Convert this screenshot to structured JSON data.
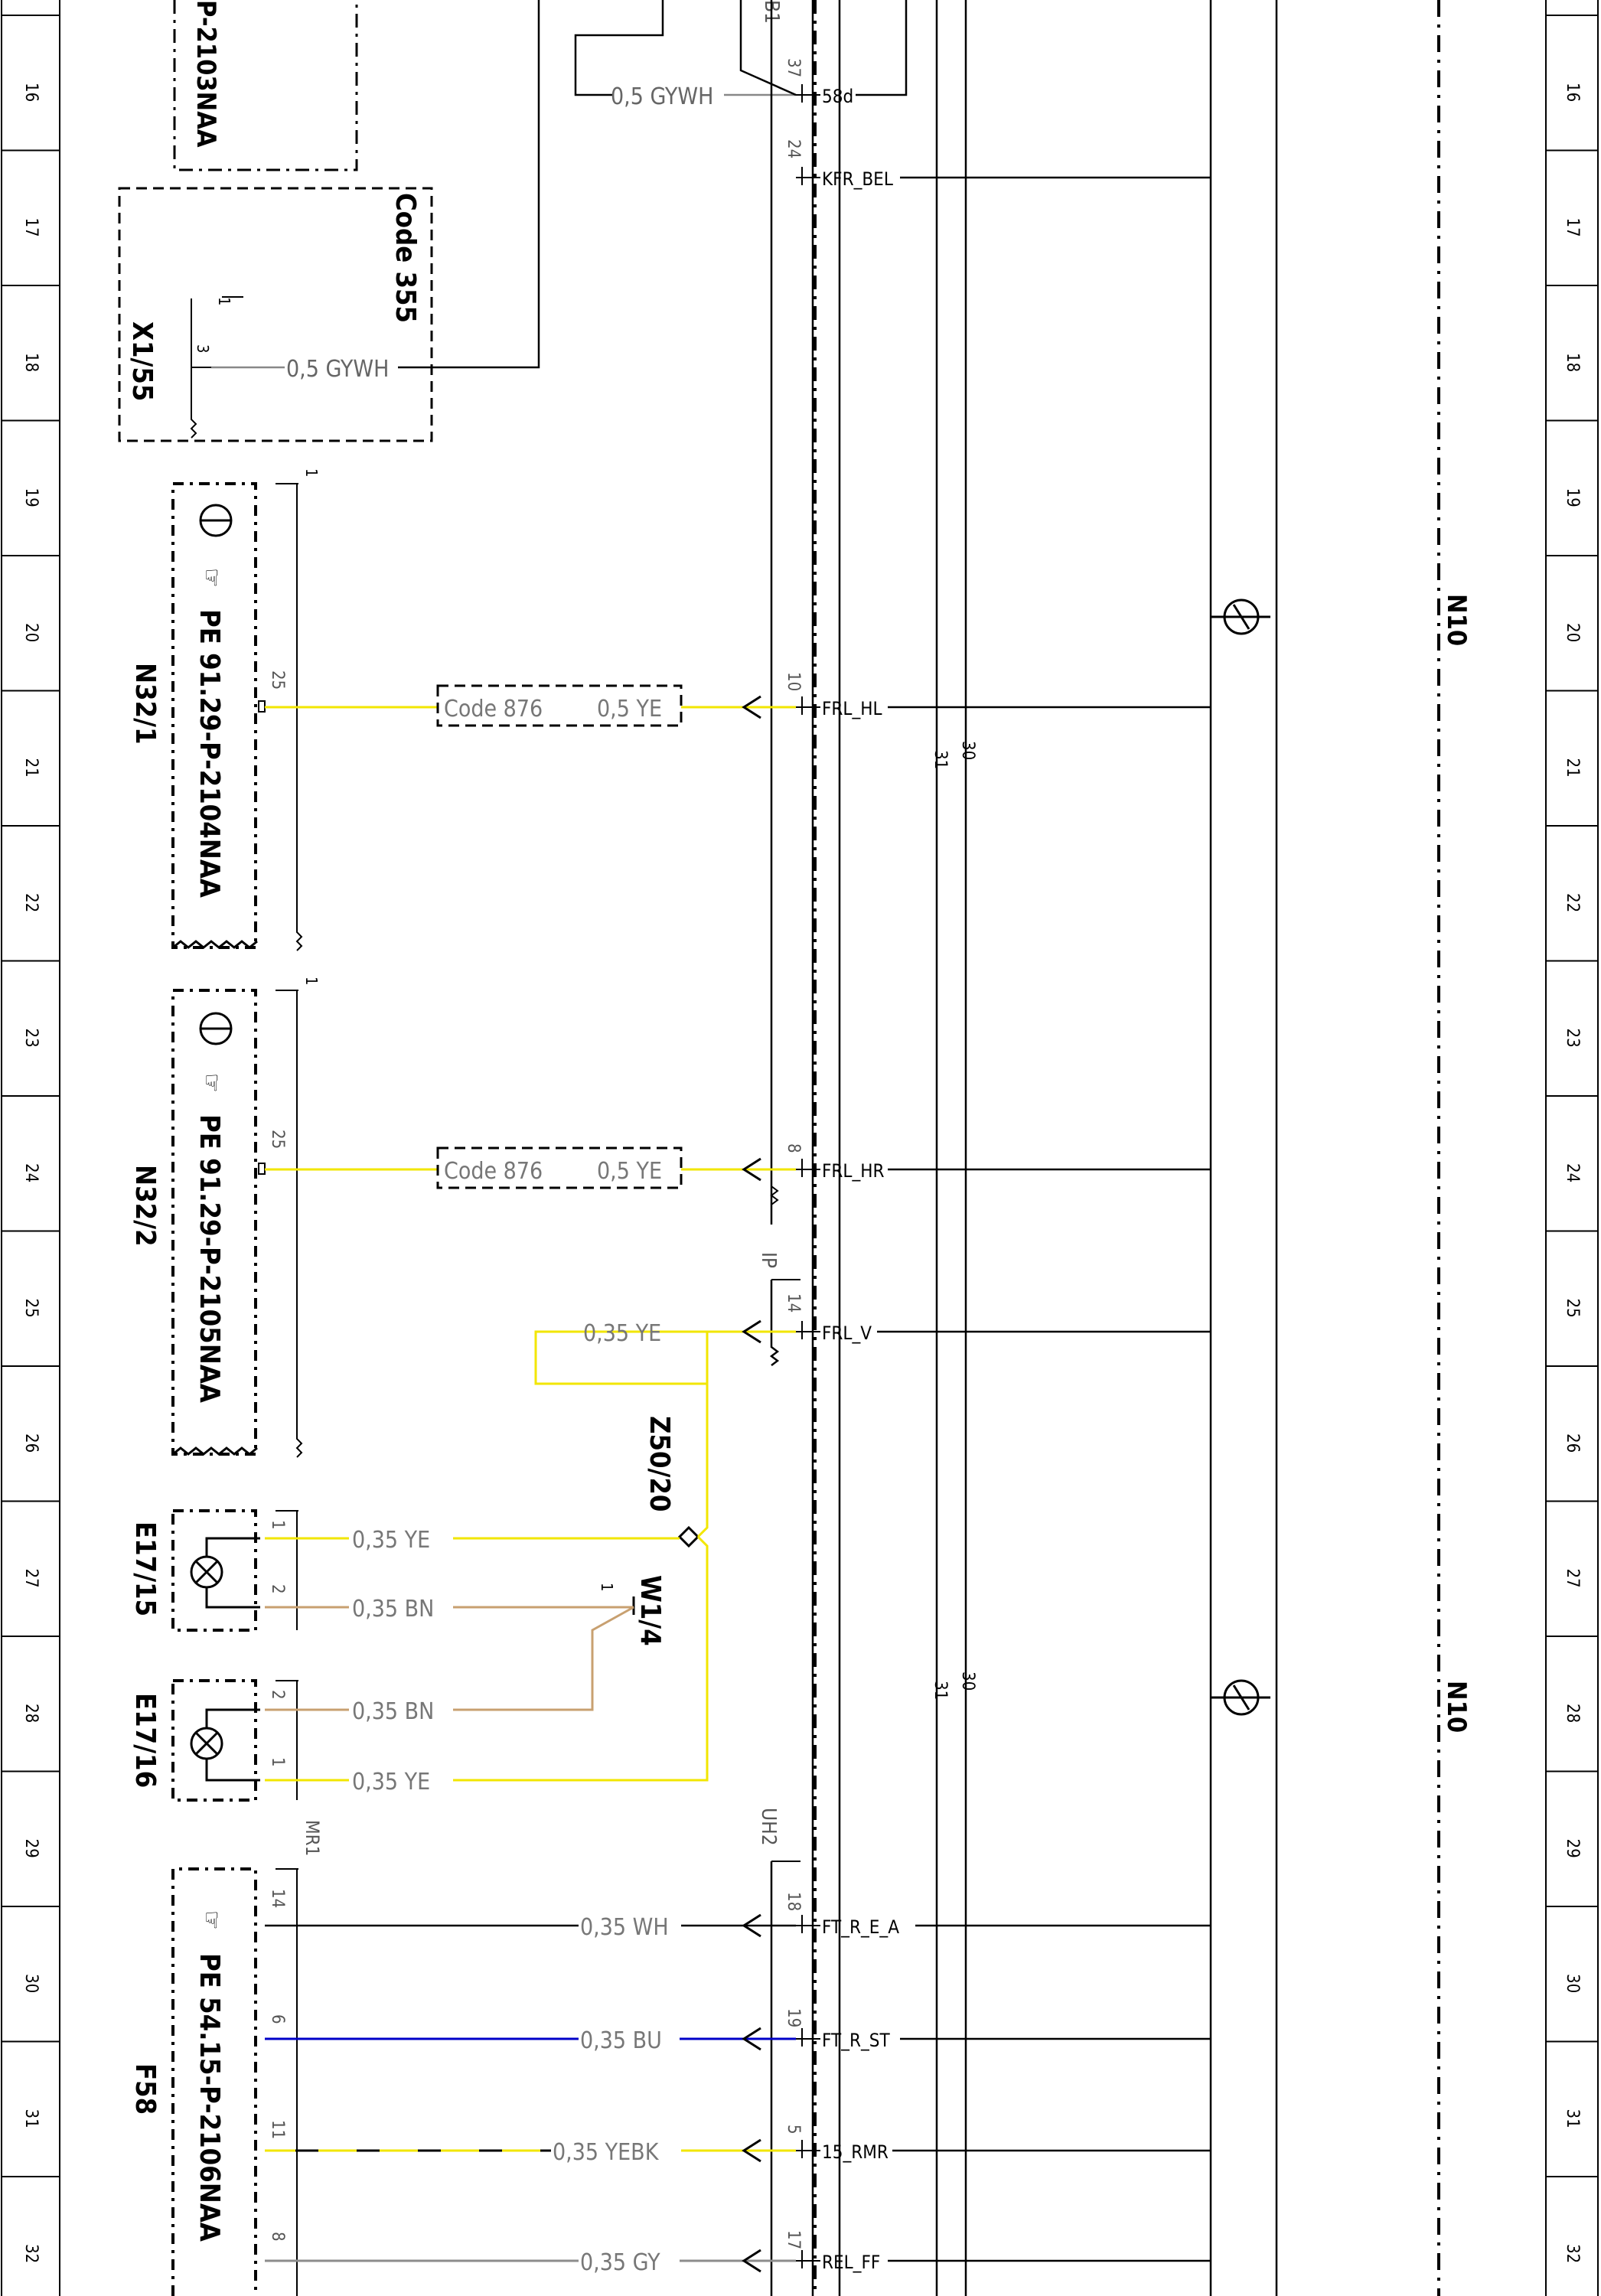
{
  "sheet": {
    "row_numbers": [
      "16",
      "17",
      "18",
      "19",
      "20",
      "21",
      "22",
      "23",
      "24",
      "25",
      "26",
      "27",
      "28",
      "29",
      "30",
      "31",
      "32"
    ]
  },
  "components": {
    "top_partial": {
      "part": "P-2103NAA"
    },
    "x1_55": {
      "code": "Code 355",
      "id": "X1/55",
      "pin_top": "1",
      "pin_3": "3"
    },
    "n32_1": {
      "id": "N32/1",
      "part": "PE 91.29-P-2104NAA",
      "pin_top": "1",
      "pin_25": "25"
    },
    "n32_2": {
      "id": "N32/2",
      "part": "PE 91.29-P-2105NAA",
      "pin_top": "1",
      "pin_25": "25"
    },
    "e17_15": {
      "id": "E17/15",
      "pin1": "1",
      "pin2": "2"
    },
    "e17_16": {
      "id": "E17/16",
      "pin2": "2",
      "pin1": "1"
    },
    "f58": {
      "id": "F58",
      "part": "PE 54.15-P-2106NAA",
      "connector": "MR1",
      "pin14": "14",
      "pin6": "6",
      "pin11": "11",
      "pin8": "8"
    },
    "z50_20": {
      "id": "Z50/20"
    },
    "w1_4": {
      "id": "W1/4",
      "pin": "1"
    },
    "n10": {
      "id_top": "N10",
      "id_bottom": "N10"
    }
  },
  "connectors": {
    "b1": {
      "label": "B1",
      "pin37": "37",
      "pin24": "24",
      "pin10": "10",
      "pin8": "8"
    },
    "ip": {
      "label": "IP",
      "pin14": "14"
    },
    "uh2": {
      "label": "UH2",
      "pin18": "18",
      "pin19": "19",
      "pin5": "5",
      "pin17": "17"
    }
  },
  "signals": {
    "s58d": "58d",
    "kfr_bel": "KFR_BEL",
    "frl_hl": "FRL_HL",
    "frl_hr": "FRL_HR",
    "frl_v": "FRL_V",
    "ft_r_e_a": "FT_R_E_A",
    "ft_r_st": "FT_R_ST",
    "r15_rmr": "15_RMR",
    "rel_ff": "REL_FF"
  },
  "wires": {
    "gywh_top": "0,5 GYWH",
    "gywh_x155": "0,5 GYWH",
    "ye_n321_code": "Code 876",
    "ye_n321": "0,5 YE",
    "ye_n322_code": "Code 876",
    "ye_n322": "0,5 YE",
    "ye_frlv": "0,35 YE",
    "ye_e1715": "0,35 YE",
    "bn_e1715": "0,35 BN",
    "bn_e1716": "0,35 BN",
    "ye_e1716": "0,35 YE",
    "wh_f58": "0,35 WH",
    "bu_f58": "0,35 BU",
    "yebk_f58": "0,35 YEBK",
    "gy_f58": "0,35 GY"
  },
  "bus_labels": {
    "l31_a": "31",
    "l30_a": "30",
    "l31_b": "31",
    "l30_b": "30"
  },
  "colors": {
    "wire_ye": "#f2e600",
    "wire_bn": "#c8a070",
    "wire_bu": "#0000c8",
    "wire_gy": "#8c8c8c",
    "line": "#000000"
  }
}
